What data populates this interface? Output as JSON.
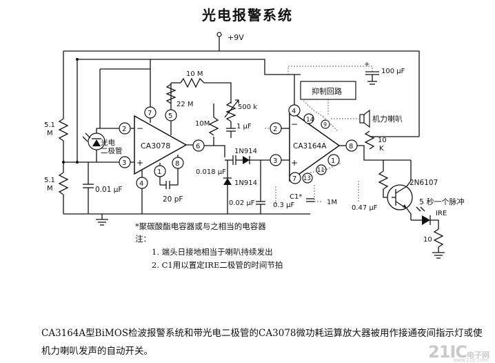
{
  "title": "光电报警系统",
  "supply": "+9V",
  "op1": {
    "name": "CA3078",
    "pins": [
      "7",
      "5",
      "2",
      "3",
      "6",
      "4",
      "1",
      "8"
    ]
  },
  "op2": {
    "name": "CA3164A",
    "pins": [
      "4",
      "2",
      "3",
      "1",
      "7",
      "8",
      "9",
      "11",
      "13",
      "14"
    ]
  },
  "components": {
    "r_51a": "5.1\nM",
    "r_51b": "5.1\nM",
    "photodiode": "光电\n二极管",
    "c001": "0.01 μF",
    "r10m_top": "10 M",
    "r22m": "22 M",
    "r10m_mid": "10M",
    "pot500k": "500 k",
    "c1uf": "1 μF",
    "c20pf": "20 pF",
    "c0018": "0.018 μF",
    "d1": "1N914",
    "d2": "1N914",
    "c002": "0.02 μF",
    "c1": "C1*",
    "c03": "0.3 μF",
    "c100": "100 μF",
    "inhibit": "抑制回路",
    "speaker": "机力喇叭",
    "r10k": "10\nK",
    "c047": "0.47 μF",
    "r1m": "1M",
    "q1": "2N6107",
    "pulse": "5 秒一个脉冲",
    "ire": "IRE",
    "r10": "10"
  },
  "notes": [
    "*聚碳酸酯电容器或与之相当的电容器",
    "注：",
    "1. 端头日接地相当于喇叭持续发出",
    "2. C1用以置定IRE二极管的时间节拍"
  ],
  "caption": "CA3164A型BiMOS检波报警系统和带光电二极管的CA3078微功耗运算放大器被用作接通夜间指示灯或使机力喇叭发声的自动开关。",
  "watermark": {
    "main": "21IC",
    "sub": "电子网",
    "url": "www.21ic.com"
  }
}
